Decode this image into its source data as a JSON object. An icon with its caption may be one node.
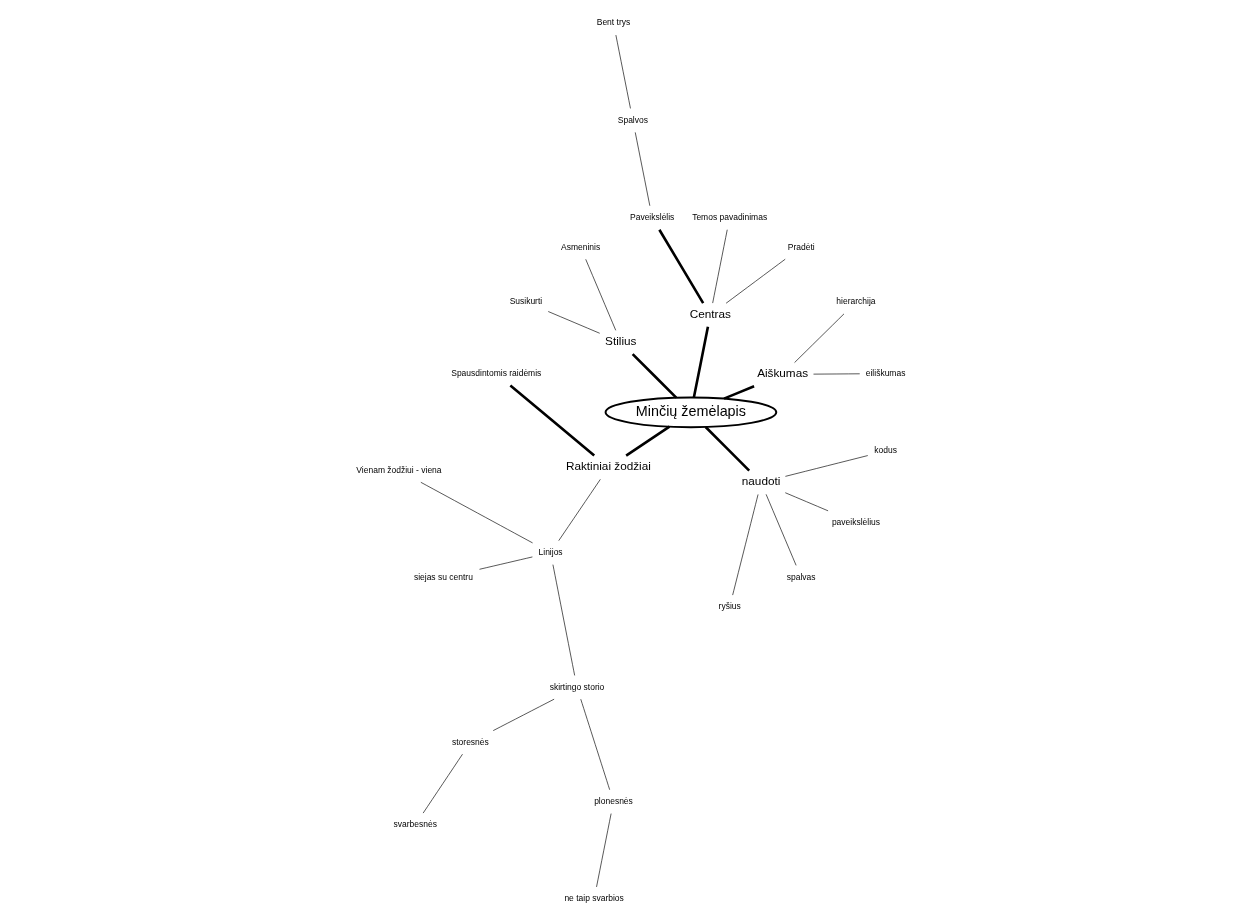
{
  "diagram": {
    "nodes": [
      {
        "text": [
          "Minčių žemėlapis"
        ]
      },
      {
        "text": [
          "Aiškumas"
        ]
      },
      {
        "text": [
          "eiliškumas"
        ]
      },
      {
        "text": [
          "hierarchija"
        ]
      },
      {
        "text": [
          "Centras"
        ]
      },
      {
        "text": [
          "Pradėti"
        ]
      },
      {
        "text": [
          "Temos pavadinimas"
        ]
      },
      {
        "text": [
          "Paveikslėlis"
        ]
      },
      {
        "text": [
          "Spalvos"
        ]
      },
      {
        "text": [
          "Bent trys"
        ]
      },
      {
        "text": [
          "Stilius"
        ]
      },
      {
        "text": [
          "Asmeninis"
        ]
      },
      {
        "text": [
          "Susikurti"
        ]
      },
      {
        "text": [
          "Raktiniai žodžiai"
        ]
      },
      {
        "text": [
          "Spausdintomis raidėmis"
        ]
      },
      {
        "text": [
          "Linijos"
        ]
      },
      {
        "text": [
          "Vienam žodžiui - viena"
        ]
      },
      {
        "text": [
          "siejas su centru"
        ]
      },
      {
        "text": [
          "skirtingo storio"
        ]
      },
      {
        "text": [
          "storesnės"
        ]
      },
      {
        "text": [
          "svarbesnės"
        ]
      },
      {
        "text": [
          "plonesnės"
        ]
      },
      {
        "text": [
          "ne taip svarbios"
        ]
      },
      {
        "text": [
          "naudoti"
        ]
      },
      {
        "text": [
          "ryšius"
        ]
      },
      {
        "text": [
          "spalvas"
        ]
      },
      {
        "text": [
          "paveikslėlius"
        ]
      },
      {
        "text": [
          "kodus"
        ]
      }
    ],
    "edges": [
      {
        "from": 0,
        "to": 1,
        "arrow": "none",
        "style": "thick"
      },
      {
        "from": 1,
        "to": 2,
        "arrow": "none"
      },
      {
        "from": 1,
        "to": 3,
        "arrow": "none"
      },
      {
        "from": 0,
        "to": 4,
        "arrow": "none",
        "style": "thick"
      },
      {
        "from": 4,
        "to": 5,
        "arrow": "none"
      },
      {
        "from": 4,
        "to": 6,
        "arrow": "none"
      },
      {
        "from": 4,
        "to": 7,
        "arrow": "none",
        "style": "thick"
      },
      {
        "from": 7,
        "to": 8,
        "arrow": "none"
      },
      {
        "from": 8,
        "to": 9,
        "arrow": "none"
      },
      {
        "from": 0,
        "to": 10,
        "arrow": "none",
        "style": "thick"
      },
      {
        "from": 10,
        "to": 11,
        "arrow": "none"
      },
      {
        "from": 10,
        "to": 12,
        "arrow": "none"
      },
      {
        "from": 0,
        "to": 13,
        "arrow": "none",
        "style": "thick"
      },
      {
        "from": 13,
        "to": 14,
        "arrow": "none",
        "style": "thick"
      },
      {
        "from": 13,
        "to": 15,
        "arrow": "none"
      },
      {
        "from": 15,
        "to": 16,
        "arrow": "none"
      },
      {
        "from": 15,
        "to": 17,
        "arrow": "none"
      },
      {
        "from": 15,
        "to": 18,
        "arrow": "none"
      },
      {
        "from": 18,
        "to": 19,
        "arrow": "none"
      },
      {
        "from": 19,
        "to": 20,
        "arrow": "none"
      },
      {
        "from": 18,
        "to": 21,
        "arrow": "none"
      },
      {
        "from": 21,
        "to": 22,
        "arrow": "none"
      },
      {
        "from": 0,
        "to": 23,
        "arrow": "none",
        "style": "thick"
      },
      {
        "from": 23,
        "to": 24,
        "arrow": "none"
      },
      {
        "from": 23,
        "to": 25,
        "arrow": "none"
      },
      {
        "from": 23,
        "to": 26,
        "arrow": "none"
      },
      {
        "from": 23,
        "to": 27,
        "arrow": "none"
      }
    ]
  }
}
